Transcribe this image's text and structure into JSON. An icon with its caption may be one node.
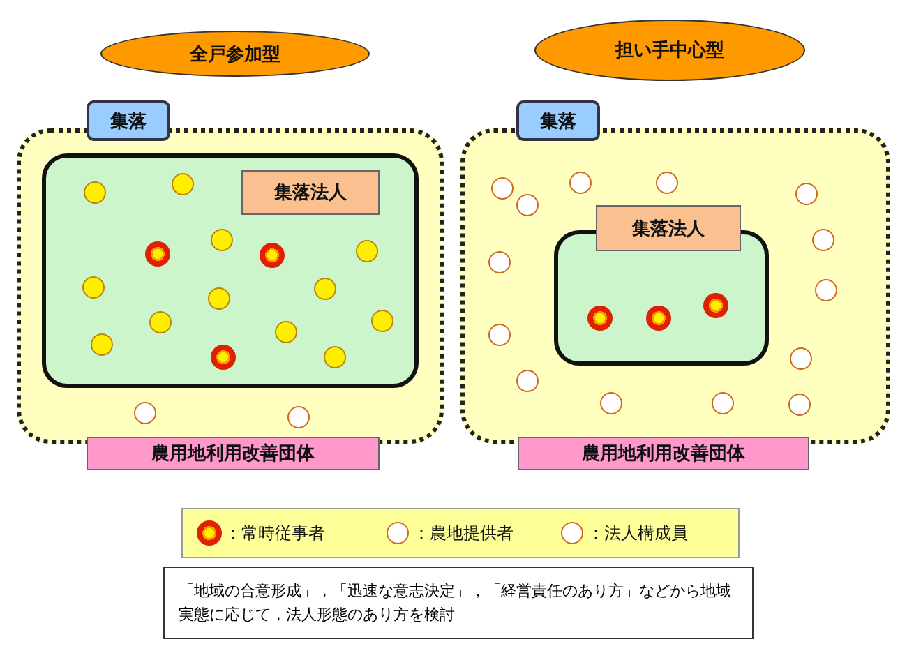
{
  "diagram": {
    "nodes": [
      {
        "text": [
          "全戸参加型"
        ]
      },
      {
        "text": [],
        "shape": "box"
      },
      {
        "text": [
          "集落"
        ]
      },
      {
        "text": [],
        "shape": "box",
        "in": 1
      },
      {
        "text": [
          "集落法人"
        ],
        "in": 3
      },
      {
        "text": [
          "農用地利用改善団体"
        ]
      },
      {
        "text": [
          "担い手中心型"
        ]
      },
      {
        "text": [],
        "shape": "box"
      },
      {
        "text": [
          "集落"
        ]
      },
      {
        "text": [],
        "shape": "box",
        "in": 7
      },
      {
        "text": [
          "集落法人"
        ],
        "in": 7
      },
      {
        "text": [
          "農用地利用改善団体"
        ]
      },
      {
        "text": [
          "「地域の合意形成」，「迅速な意志決定」，「経営責任のあり方」などから地域実態に応じて，法人形態のあり方を検討"
        ]
      }
    ],
    "legend": [
      {
        "text": "：常時従事者"
      },
      {
        "text": "：農地提供者"
      },
      {
        "text": "：法人構成員"
      }
    ]
  }
}
